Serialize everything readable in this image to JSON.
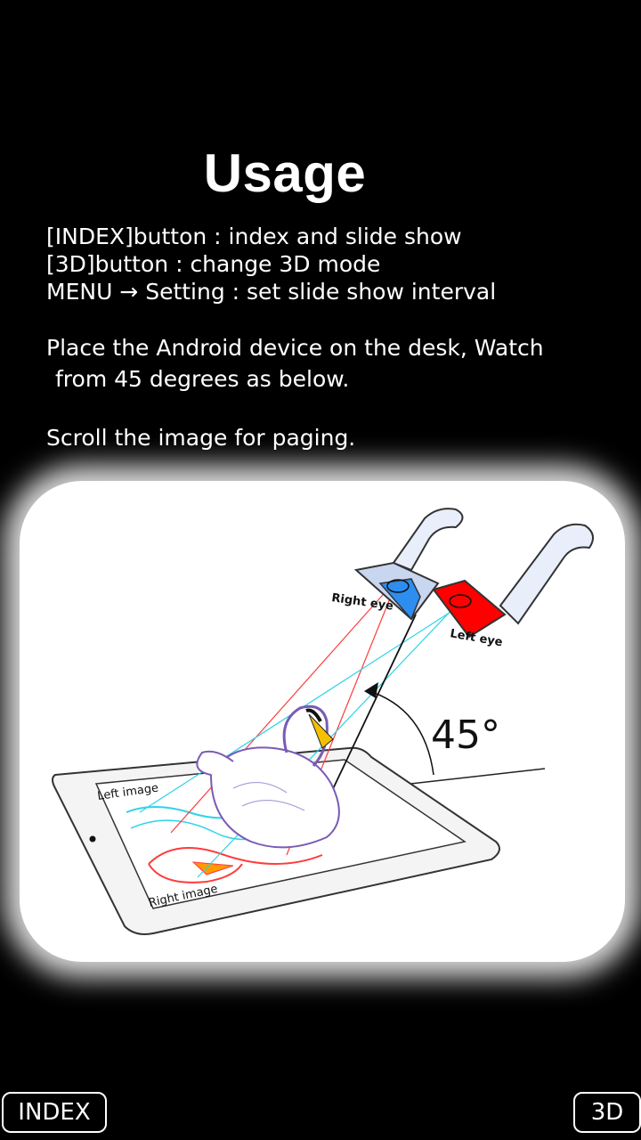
{
  "title": "Usage",
  "instructions": [
    "[INDEX]button : index and slide show",
    "[3D]button : change 3D mode",
    "MENU → Setting : set slide show interval"
  ],
  "paragraph1": {
    "line1": "Place the Android device on the desk, Watch",
    "line2": "from 45 degrees as below."
  },
  "paragraph2": "Scroll the image for paging.",
  "illustration": {
    "right_eye_label": "Right eye",
    "left_eye_label": "Left eye",
    "angle_label": "45°",
    "left_image_label": "Left image",
    "right_image_label": "Right image"
  },
  "buttons": {
    "index": "INDEX",
    "three_d": "3D"
  },
  "colors": {
    "background": "#000000",
    "text": "#ffffff",
    "right_lens": "#2d8ef0",
    "left_lens": "#ff0000",
    "right_ray": "#ff3b3b",
    "left_ray": "#2fd3e8"
  }
}
